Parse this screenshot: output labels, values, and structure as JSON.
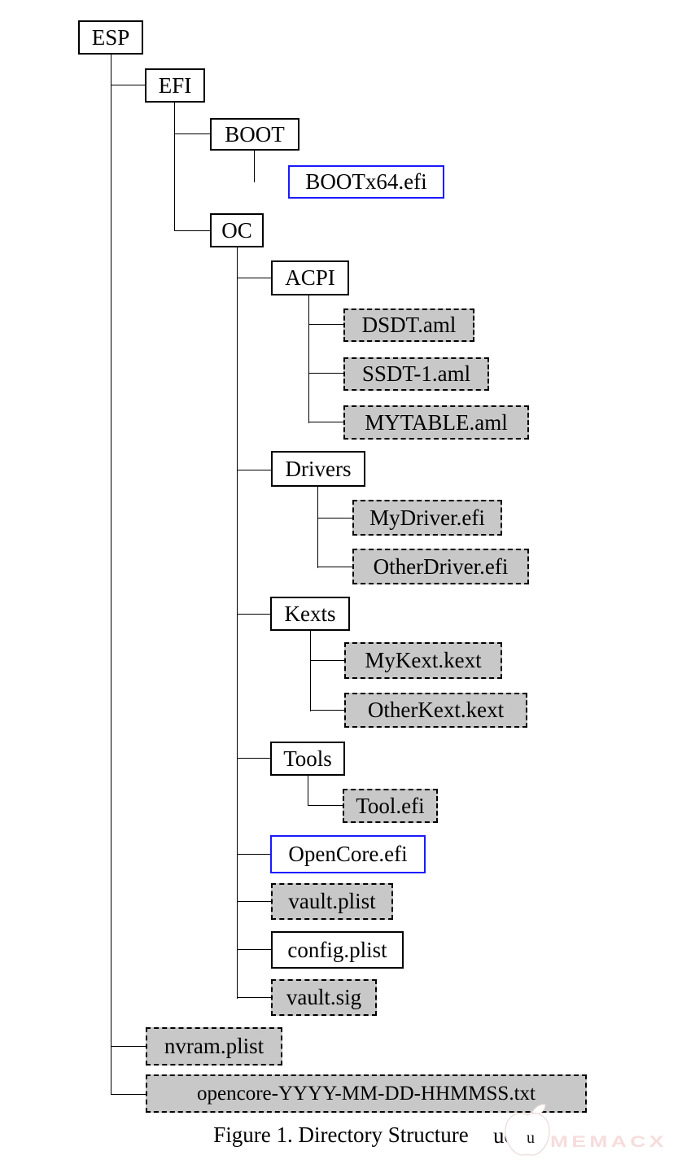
{
  "figure": {
    "caption": "Figure 1. Directory Structure",
    "obscured_text": "ucture",
    "obscured_speck": "u"
  },
  "watermark": {
    "logo_text": "MEMACX",
    "logo_color": "#f7dcdc",
    "apple_icon_color": "#ecd9d9"
  },
  "colors": {
    "directory_border": "#000000",
    "executable_border": "#1a1aff",
    "optional_fill": "#c8c8c8",
    "connector_line": "#000000",
    "background": "#ffffff"
  },
  "tree": {
    "esp": {
      "label": "ESP",
      "style": "solid"
    },
    "efi": {
      "label": "EFI",
      "style": "solid"
    },
    "boot": {
      "label": "BOOT",
      "style": "solid"
    },
    "bootx64": {
      "label": "BOOTx64.efi",
      "style": "blue"
    },
    "oc": {
      "label": "OC",
      "style": "solid"
    },
    "acpi": {
      "label": "ACPI",
      "style": "solid"
    },
    "dsdt": {
      "label": "DSDT.aml",
      "style": "dashed"
    },
    "ssdt1": {
      "label": "SSDT-1.aml",
      "style": "dashed"
    },
    "mytable": {
      "label": "MYTABLE.aml",
      "style": "dashed"
    },
    "drivers": {
      "label": "Drivers",
      "style": "solid"
    },
    "mydriver": {
      "label": "MyDriver.efi",
      "style": "dashed"
    },
    "otherdriver": {
      "label": "OtherDriver.efi",
      "style": "dashed"
    },
    "kexts": {
      "label": "Kexts",
      "style": "solid"
    },
    "mykext": {
      "label": "MyKext.kext",
      "style": "dashed"
    },
    "otherkext": {
      "label": "OtherKext.kext",
      "style": "dashed"
    },
    "tools": {
      "label": "Tools",
      "style": "solid"
    },
    "toolefi": {
      "label": "Tool.efi",
      "style": "dashed"
    },
    "opencoreefi": {
      "label": "OpenCore.efi",
      "style": "blue"
    },
    "vaultplist": {
      "label": "vault.plist",
      "style": "dashed"
    },
    "configplist": {
      "label": "config.plist",
      "style": "solid"
    },
    "vaultsig": {
      "label": "vault.sig",
      "style": "dashed"
    },
    "nvramplist": {
      "label": "nvram.plist",
      "style": "dashed"
    },
    "logfile": {
      "label": "opencore-YYYY-MM-DD-HHMMSS.txt",
      "style": "dashed"
    }
  }
}
